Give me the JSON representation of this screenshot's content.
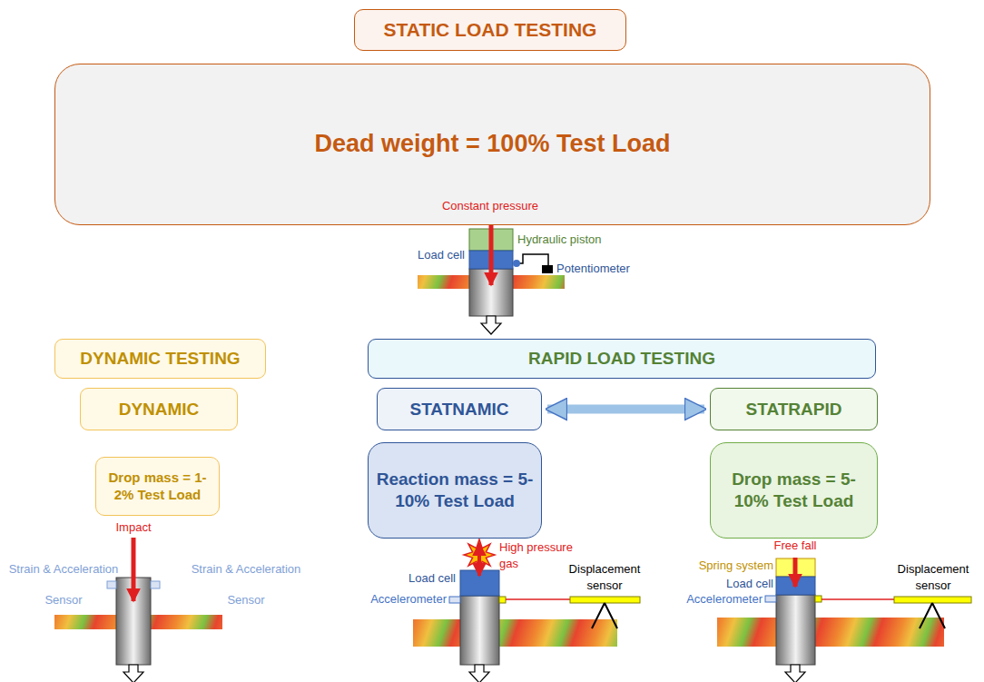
{
  "diagram": {
    "nodes": [
      {
        "text": [
          "STATIC LOAD TESTING"
        ]
      },
      {
        "text": [
          "Dead weight = 100% Test Load"
        ]
      },
      {
        "text": [
          "DYNAMIC TESTING"
        ]
      },
      {
        "text": [
          "DYNAMIC"
        ]
      },
      {
        "text": [
          "Drop mass = 1-2% Test Load"
        ]
      },
      {
        "text": [
          "RAPID LOAD TESTING"
        ]
      },
      {
        "text": [
          "STATNAMIC"
        ]
      },
      {
        "text": [
          "STATRAPID"
        ]
      },
      {
        "text": [
          "Reaction mass = 5-10% Test Load"
        ]
      },
      {
        "text": [
          "Drop mass = 5-10% Test Load"
        ]
      }
    ],
    "edges": [
      {
        "from": 6,
        "to": 7,
        "arrow": "both"
      }
    ],
    "labels": [
      "Constant pressure",
      "Hydraulic piston",
      "Load cell",
      "Potentiometer",
      "Impact",
      "Strain & Acceleration Sensor",
      "Strain & Acceleration Sensor",
      "High pressure gas",
      "Load cell",
      "Accelerometer",
      "Displacement sensor",
      "Free fall",
      "Spring system",
      "Load cell",
      "Accelerometer",
      "Displacement sensor"
    ]
  }
}
